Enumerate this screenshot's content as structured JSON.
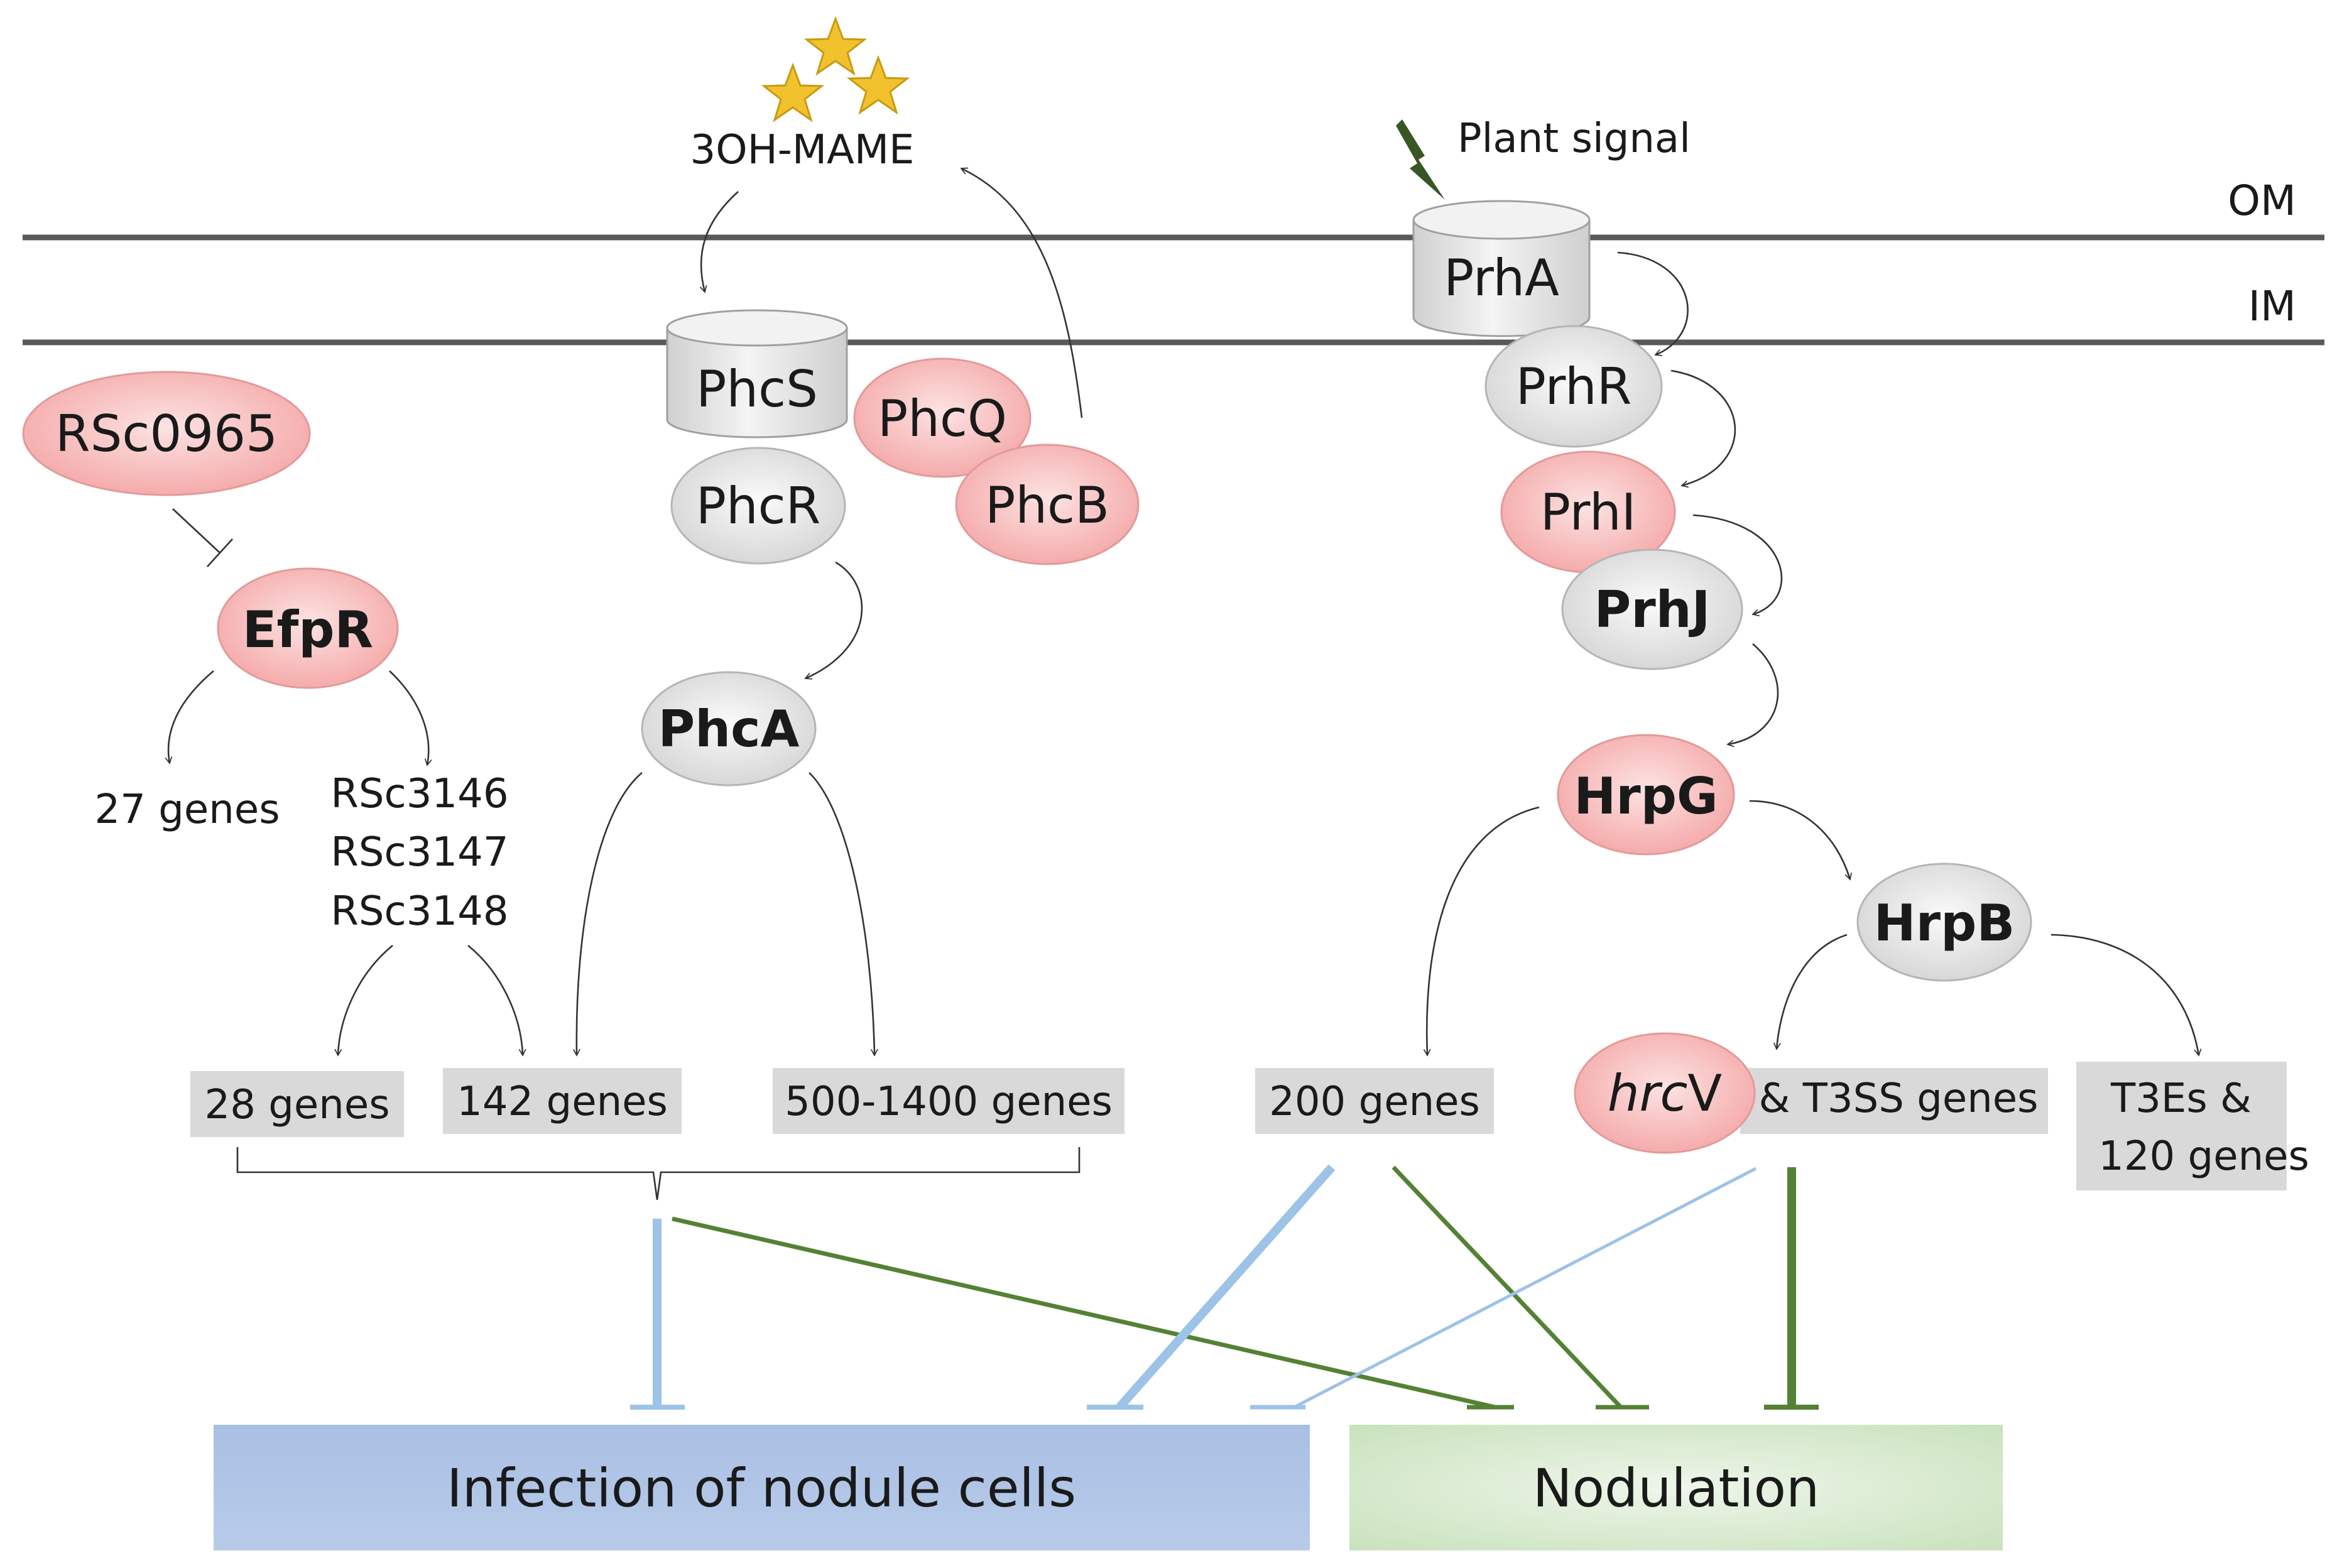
{
  "signal": {
    "molecule": "3OH-MAME",
    "plant": "Plant signal"
  },
  "membranes": {
    "outer": "OM",
    "inner": "IM"
  },
  "proteins": {
    "rsc0965": "RSc0965",
    "efpr": "EfpR",
    "phcs": "PhcS",
    "phcr": "PhcR",
    "phcq": "PhcQ",
    "phcb": "PhcB",
    "phca": "PhcA",
    "prha": "PrhA",
    "prhr": "PrhR",
    "prhi": "PrhI",
    "prhj": "PrhJ",
    "hrpg": "HrpG",
    "hrpb": "HrpB",
    "hrcv_italic": "hrc",
    "hrcv_rest": "V"
  },
  "targets": {
    "efpr_27": "27 genes",
    "rsc_genes": [
      "RSc3146",
      "RSc3147",
      "RSc3148"
    ]
  },
  "gene_boxes": {
    "g28": "28 genes",
    "g142": "142 genes",
    "g500": "500-1400 genes",
    "g200": "200 genes",
    "t3ss": "& T3SS genes",
    "t3es_line1": "T3Es &",
    "t3es_line2": "120 genes"
  },
  "outcomes": {
    "infection": "Infection of nodule cells",
    "nodulation": "Nodulation"
  },
  "colors": {
    "red_node": "#f4a6a6",
    "grey_node": "#e0e0e0",
    "gene_box": "#d9d9d9",
    "infection_box": "#b4c7e7",
    "nodulation_box": "#d9ead3",
    "blue_line": "#9dc3e6",
    "green_line": "#548235",
    "star": "#f2c12e",
    "bolt": "#375623"
  },
  "icons": {
    "stars": "star-icon",
    "plant_signal": "lightning-bolt-icon"
  }
}
